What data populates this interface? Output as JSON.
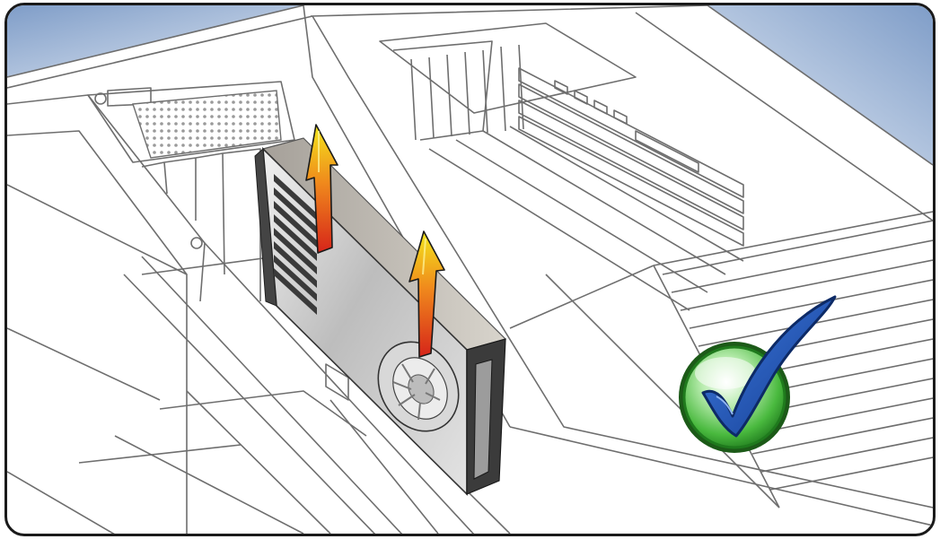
{
  "illustration": {
    "subject": "graphics-card-removal",
    "arrows": [
      {
        "name": "lift-arrow-rear",
        "direction": "up"
      },
      {
        "name": "lift-arrow-front",
        "direction": "up"
      }
    ],
    "status": {
      "icon": "checkmark-icon",
      "meaning": "correct"
    }
  },
  "colors": {
    "outline": "#6e6e6e",
    "sky": "#8ea9cf",
    "card_body": "#c8c8c8",
    "card_edge": "#3b3b3b",
    "arrow_top": "#f3e61c",
    "arrow_bottom": "#d6241a",
    "check_ring": "#2f9a2a",
    "check_mark": "#1c4aa8"
  }
}
